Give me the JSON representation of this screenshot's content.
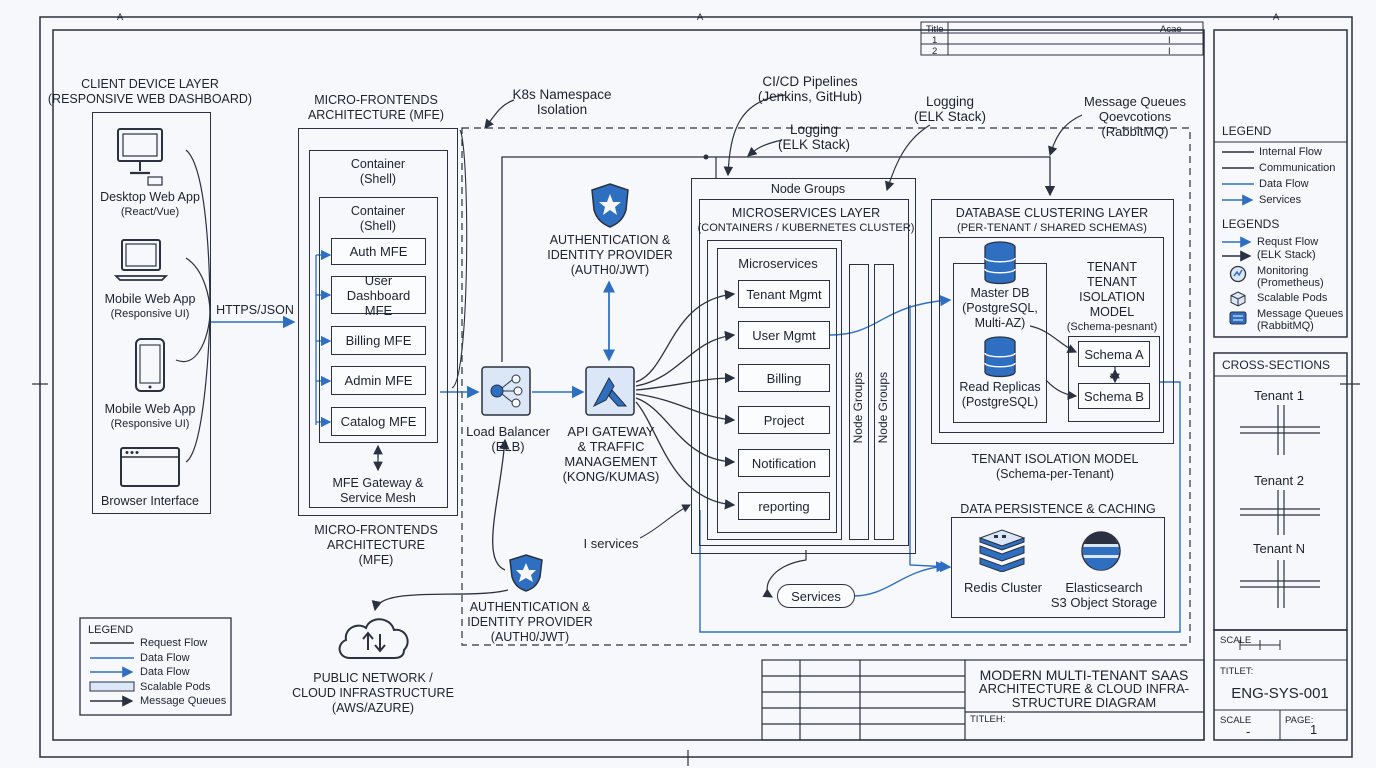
{
  "frame": {
    "grid_marks": [
      "A",
      "A",
      "A"
    ]
  },
  "title_table": {
    "headers": [
      "Title",
      "Acae"
    ],
    "rows": [
      [
        "1",
        "I"
      ],
      [
        "2",
        "I"
      ]
    ]
  },
  "client_layer": {
    "title": [
      "CLIENT DEVICE LAYER",
      "(RESPONSIVE WEB DASHBOARD)"
    ],
    "devices": [
      {
        "icon": "monitor-icon",
        "label": [
          "Desktop Web App",
          "(React/Vue)"
        ]
      },
      {
        "icon": "laptop-icon",
        "label": [
          "Mobile Web App",
          "(Responsive UI)"
        ]
      },
      {
        "icon": "phone-icon",
        "label": [
          "Mobile Web App",
          "(Responsive UI)"
        ]
      },
      {
        "icon": "browser-icon",
        "label": [
          "Browser Interface"
        ]
      }
    ],
    "link_label": "HTTPS/JSON"
  },
  "mfe": {
    "title": [
      "MICRO-FRONTENDS",
      "ARCHITECTURE (MFE)"
    ],
    "outer_container": [
      "Container",
      "(Shell)"
    ],
    "inner_container": [
      "Container",
      "(Shell)"
    ],
    "modules": [
      "Auth MFE",
      "User Dashboard MFE",
      "Billing MFE",
      "Admin MFE",
      "Catalog MFE"
    ],
    "gateway": [
      "MFE Gateway &",
      "Service Mesh"
    ],
    "footer": [
      "MICRO-FRONTENDS",
      "ARCHITECTURE",
      "(MFE)"
    ]
  },
  "namespace_label": [
    "K8s Namespace",
    "Isolation"
  ],
  "load_balancer": [
    "Load Balancer",
    "(ELB)"
  ],
  "auth_top": [
    "AUTHENTICATION &",
    "IDENTITY PROVIDER",
    "(AUTH0/JWT)"
  ],
  "auth_bottom": [
    "AUTHENTICATION &",
    "IDENTITY PROVIDER",
    "(AUTH0/JWT)"
  ],
  "api_gateway": [
    "API GATEWAY",
    "& TRAFFIC",
    "MANAGEMENT",
    "(KONG/KUMAS)"
  ],
  "public_network": [
    "PUBLIC NETWORK /",
    "CLOUD INFRASTRUCTURE",
    "(AWS/AZURE)"
  ],
  "cicd": [
    "CI/CD Pipelines",
    "(Jenkins, GitHub)"
  ],
  "logging_1": [
    "Logging",
    "(ELK Stack)"
  ],
  "logging_2": [
    "Logging",
    "(ELK Stack)"
  ],
  "message_queues": [
    "Message Queues",
    "Qoevcotions",
    "(RabbitMQ)"
  ],
  "microservices": {
    "node_groups_title": "Node Groups",
    "title": [
      "MICROSERVICES LAYER",
      "(CONTAINERS / KUBERNETES CLUSTER)"
    ],
    "inner_title": "Microservices",
    "services": [
      "Tenant Mgmt",
      "User Mgmt",
      "Billing",
      "Project",
      "Notification",
      "reporting"
    ],
    "node_group_columns": [
      "Node Groups",
      "Node Groups"
    ],
    "i_services": "I services",
    "services_pill": "Services"
  },
  "database": {
    "title": [
      "DATABASE CLUSTERING LAYER",
      "(PER-TENANT / SHARED SCHEMAS)"
    ],
    "master": [
      "Master DB",
      "(PostgreSQL,",
      "Multi-AZ)"
    ],
    "replicas": [
      "Read Replicas",
      "(PostgreSQL)"
    ],
    "isolation_title": [
      "TENANT",
      "TENANT",
      "ISOLATION",
      "MODEL",
      "(Schema-pesnant)"
    ],
    "schemas": [
      "Schema A",
      "...",
      "Schema B"
    ],
    "model_caption": [
      "TENANT ISOLATION MODEL",
      "(Schema-per-Tenant)"
    ]
  },
  "persistence": {
    "title": "DATA PERSISTENCE & CACHING",
    "redis": "Redis Cluster",
    "elastic": [
      "Elasticsearch",
      "S3 Object Storage"
    ]
  },
  "legend_right": {
    "title": "LEGEND",
    "items": [
      "Internal Flow",
      "Communication",
      "Data Flow",
      "Services"
    ],
    "title2": "LEGENDS",
    "items2": [
      "Requst Flow",
      "(ELK Stack)",
      "Monitoring",
      "(Prometheus)",
      "Scalable Pods",
      "Message Queues",
      "(RabbitMQ)"
    ]
  },
  "cross_sections": {
    "title": "CROSS-SECTIONS",
    "items": [
      "Tenant 1",
      "Tenant 2",
      "Tenant N"
    ]
  },
  "scale_block": {
    "scale": "SCALE",
    "titlet": "TITLET:",
    "drawing_no": "ENG-SYS-001",
    "scale2": "SCALE",
    "scale2_val": "-",
    "page": "PAGE:",
    "page_val": "1"
  },
  "legend_left": {
    "title": "LEGEND",
    "items": [
      "Request Flow",
      "Data Flow",
      "Data Flow",
      "Scalable Pods",
      "Message Queues"
    ]
  },
  "title_block": {
    "title": [
      "MODERN MULTI-TENANT SAAS",
      "ARCHITECTURE & CLOUD INFRA-",
      "STRUCTURE DIAGRAM"
    ],
    "titleh": "TITLEH:"
  },
  "colors": {
    "ink": "#2b3140",
    "accent": "#2f6fc1",
    "fill": "#dbe7f7"
  }
}
